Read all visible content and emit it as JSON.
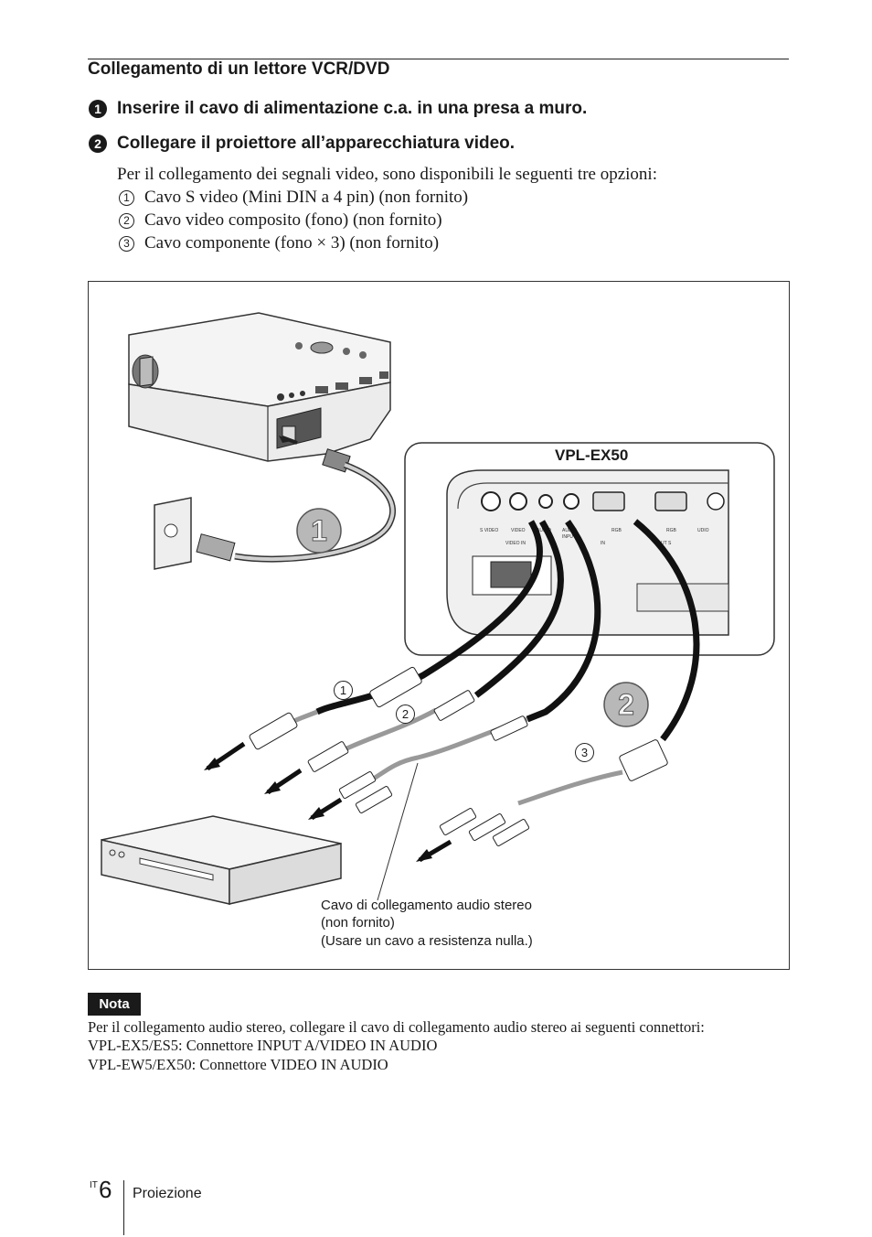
{
  "section_title": "Collegamento di un lettore VCR/DVD",
  "steps": [
    {
      "num": "1",
      "text": "Inserire il cavo di alimentazione c.a. in una presa a muro."
    },
    {
      "num": "2",
      "text": "Collegare il proiettore all’apparecchiatura video."
    }
  ],
  "intro": "Per il collegamento dei segnali video, sono disponibili le seguenti tre opzioni:",
  "options": [
    {
      "num": "1",
      "text": "Cavo S video (Mini DIN a 4 pin) (non fornito)"
    },
    {
      "num": "2",
      "text": "Cavo video composito (fono) (non fornito)"
    },
    {
      "num": "3",
      "text": "Cavo componente (fono × 3) (non fornito)"
    }
  ],
  "figure": {
    "model_label": "VPL-EX50",
    "step_badges": [
      "1",
      "2"
    ],
    "cable_numbers": [
      "1",
      "2",
      "3"
    ],
    "panel_labels": [
      "S VIDEO",
      "VIDEO",
      "AUDIO",
      "AUDIO",
      "RGB",
      "RGB",
      "UDIO",
      "VIDEO IN",
      "INPUT",
      "IN",
      "UT S"
    ],
    "callout": [
      "Cavo di collegamento audio stereo",
      "(non fornito)",
      "(Usare un cavo a resistenza nulla.)"
    ]
  },
  "note": {
    "label": "Nota",
    "lines": [
      "Per il collegamento audio stereo, collegare il cavo di collegamento audio stereo ai seguenti connettori:",
      "VPL-EX5/ES5: Connettore INPUT A/VIDEO IN AUDIO",
      "VPL-EW5/EX50: Connettore VIDEO IN AUDIO"
    ]
  },
  "footer": {
    "lang": "IT",
    "page": "6",
    "section": "Proiezione"
  }
}
